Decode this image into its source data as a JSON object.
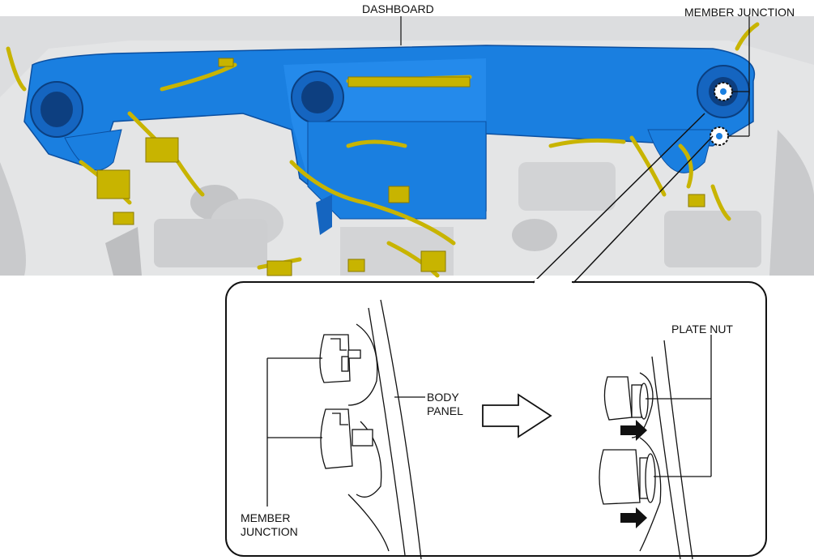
{
  "labels": {
    "dashboard": "DASHBOARD",
    "member_junction_top": "MEMBER JUNCTION",
    "body_panel_line1": "BODY",
    "body_panel_line2": "PANEL",
    "plate_nut": "PLATE NUT",
    "member_junction_line1": "MEMBER",
    "member_junction_line2": "JUNCTION"
  },
  "colors": {
    "dashboard_blue": "#1a7fe0",
    "harness_yellow": "#c8b400",
    "photo_gray": "#d9dadb",
    "line": "#111111"
  },
  "icons": [
    "arrow-right-outline-icon",
    "arrow-right-solid-icon"
  ]
}
